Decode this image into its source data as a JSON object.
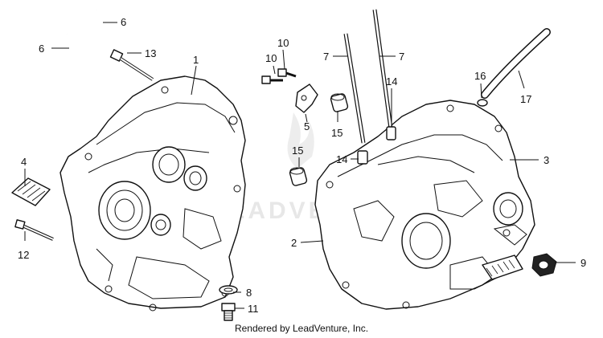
{
  "callouts": {
    "c1": "1",
    "c2": "2",
    "c3": "3",
    "c4": "4",
    "c5": "5",
    "c6a": "6",
    "c6b": "6",
    "c7a": "7",
    "c7b": "7",
    "c8": "8",
    "c9": "9",
    "c10a": "10",
    "c10b": "10",
    "c11": "11",
    "c12": "12",
    "c13": "13",
    "c14a": "14",
    "c14b": "14",
    "c15a": "15",
    "c15b": "15",
    "c16": "16",
    "c17": "17"
  },
  "watermark": "LEADVENTURE",
  "footer": "Rendered by LeadVenture, Inc."
}
